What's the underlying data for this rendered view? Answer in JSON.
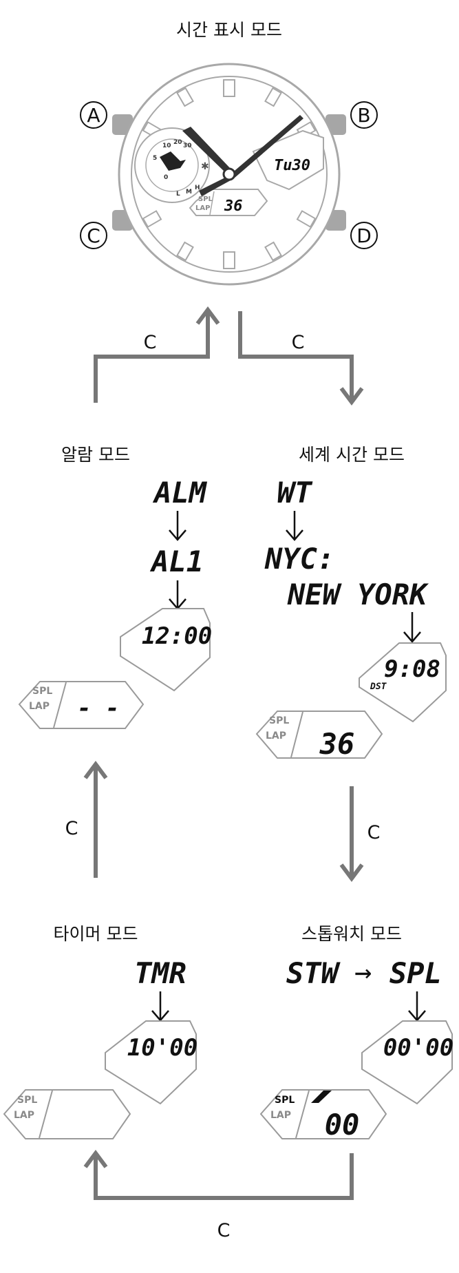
{
  "modes": {
    "timekeeping": "시간 표시 모드",
    "alarm": "알람 모드",
    "world_time": "세계 시간 모드",
    "timer": "타이머 모드",
    "stopwatch": "스톱워치 모드"
  },
  "watch": {
    "buttons": {
      "a": "A",
      "b": "B",
      "c": "C",
      "d": "D"
    },
    "day_display": "Tu30",
    "small_display": "36",
    "spl_label": "SPL",
    "lap_label": "LAP",
    "subdial_ticks": [
      "10",
      "20",
      "30",
      "5",
      "0"
    ],
    "hand_levels": [
      "L",
      "M",
      "H"
    ]
  },
  "transitions": {
    "press_label": "C"
  },
  "alarm": {
    "seq_1": "ALM",
    "seq_2": "AL1",
    "time": "12:00",
    "segment_value": "- -",
    "spl": "SPL",
    "lap": "LAP"
  },
  "world_time": {
    "seq_1": "WT",
    "city_line_1": "NYC:",
    "city_line_2": "NEW YORK",
    "time": "9:08",
    "dst": "DST",
    "segment_value": "36",
    "spl": "SPL",
    "lap": "LAP"
  },
  "timer": {
    "seq_1": "TMR",
    "time": "10'00",
    "spl": "SPL",
    "lap": "LAP"
  },
  "stopwatch": {
    "seq_from": "STW",
    "seq_arrow": "→",
    "seq_to": "SPL",
    "time": "00'00",
    "segment_value": "00",
    "spl": "SPL",
    "lap": "LAP"
  }
}
